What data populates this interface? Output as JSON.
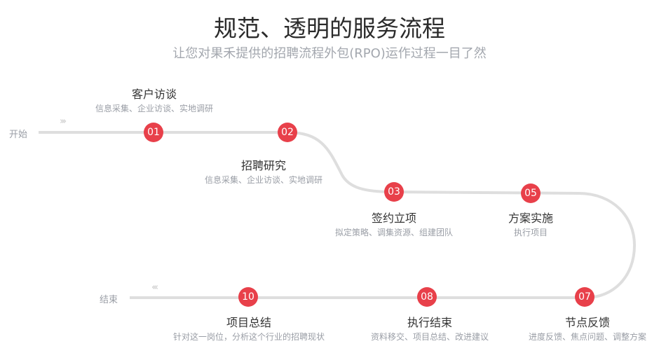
{
  "header": {
    "title": "规范、透明的服务流程",
    "subtitle": "让您对果禾提供的招聘流程外包(RPO)运作过程一目了然"
  },
  "start_label": "开始",
  "end_label": "结束",
  "arrows": {
    "forward": "›››",
    "backward": "‹‹‹"
  },
  "steps": [
    {
      "num": "01",
      "title": "客户访谈",
      "desc": "信息采集、企业访谈、实地调研"
    },
    {
      "num": "02",
      "title": "招聘研究",
      "desc": "信息采集、企业访谈、实地调研"
    },
    {
      "num": "03",
      "title": "签约立项",
      "desc": "拟定策略、调集资源、组建团队"
    },
    {
      "num": "05",
      "title": "方案实施",
      "desc": "执行项目"
    },
    {
      "num": "07",
      "title": "节点反馈",
      "desc": "进度反馈、焦点问题、调整方案"
    },
    {
      "num": "08",
      "title": "执行结束",
      "desc": "资料移交、项目总结、改进建议"
    },
    {
      "num": "10",
      "title": "项目总结",
      "desc": "针对这一岗位，分析这个行业的招聘现状"
    }
  ],
  "colors": {
    "accent": "#e8404a",
    "line": "#dedede"
  }
}
